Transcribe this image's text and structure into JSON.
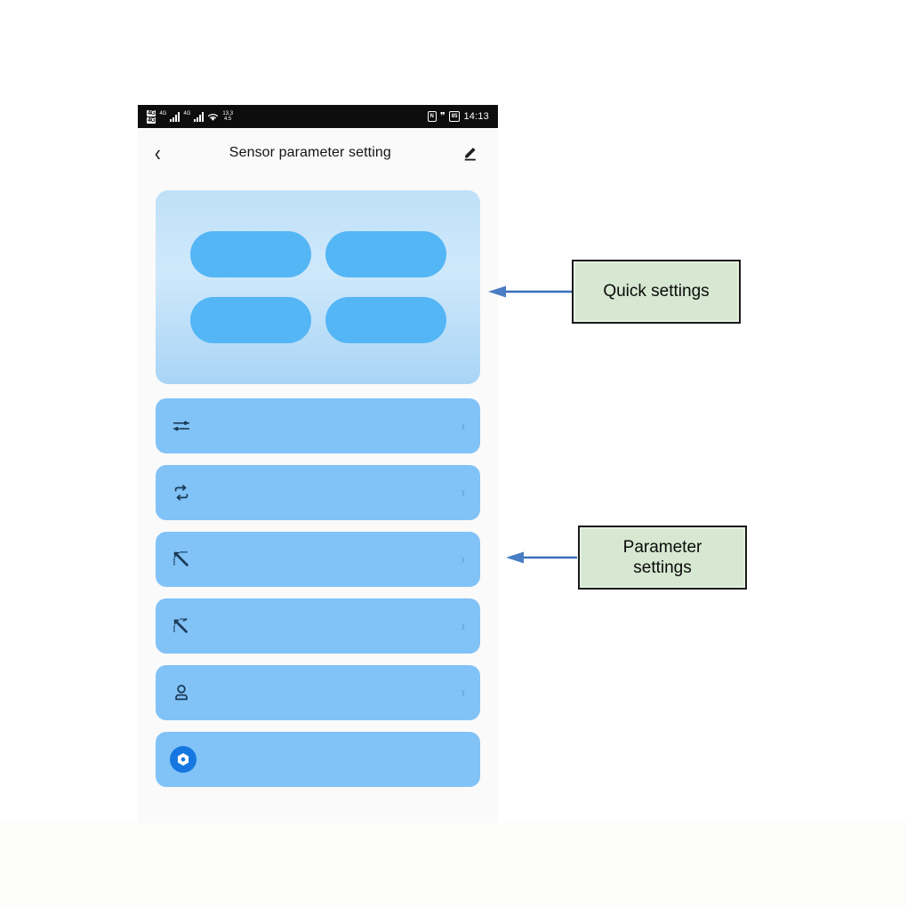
{
  "statusbar": {
    "sim1": "4G",
    "sim2": "4G",
    "signal1_icon": "signal-bars-icon",
    "signal2_icon": "signal-bars-icon",
    "wifi_icon": "wifi-icon",
    "speed_up": "13.3",
    "speed_down": "4.5",
    "nfc": "N",
    "bluetooth_icon": "bluetooth-icon",
    "battery": "85",
    "time": "14:13"
  },
  "header": {
    "back_icon": "chevron-left-icon",
    "title": "Sensor parameter setting",
    "edit_icon": "pencil-edit-icon"
  },
  "quick_settings": {
    "pills": [
      {
        "label": ""
      },
      {
        "label": ""
      },
      {
        "label": ""
      },
      {
        "label": ""
      }
    ]
  },
  "parameter_settings": {
    "rows": [
      {
        "icon": "tune-sliders-icon",
        "label": "",
        "chevron": "›"
      },
      {
        "icon": "loop-repeat-icon",
        "label": "",
        "chevron": "›"
      },
      {
        "icon": "trend-arrow-up-icon",
        "label": "",
        "chevron": "›"
      },
      {
        "icon": "trend-arrow-up-dashed-icon",
        "label": "",
        "chevron": "›"
      },
      {
        "icon": "person-account-icon",
        "label": "",
        "chevron": "›"
      },
      {
        "icon": "gear-badge-icon",
        "label": "",
        "chevron": ""
      }
    ]
  },
  "annotations": [
    {
      "text": "Quick settings",
      "arrow_icon": "left-arrow-icon"
    },
    {
      "text": "Parameter\nsettings",
      "arrow_icon": "left-arrow-icon"
    }
  ],
  "colors": {
    "accent_blue": "#1677e0",
    "pill_blue": "#54b6f5",
    "row_blue": "#81c2f7",
    "card_blue": "#cfe9fb",
    "callout_green": "#d6e8d1",
    "arrow_blue": "#3b6fba"
  }
}
